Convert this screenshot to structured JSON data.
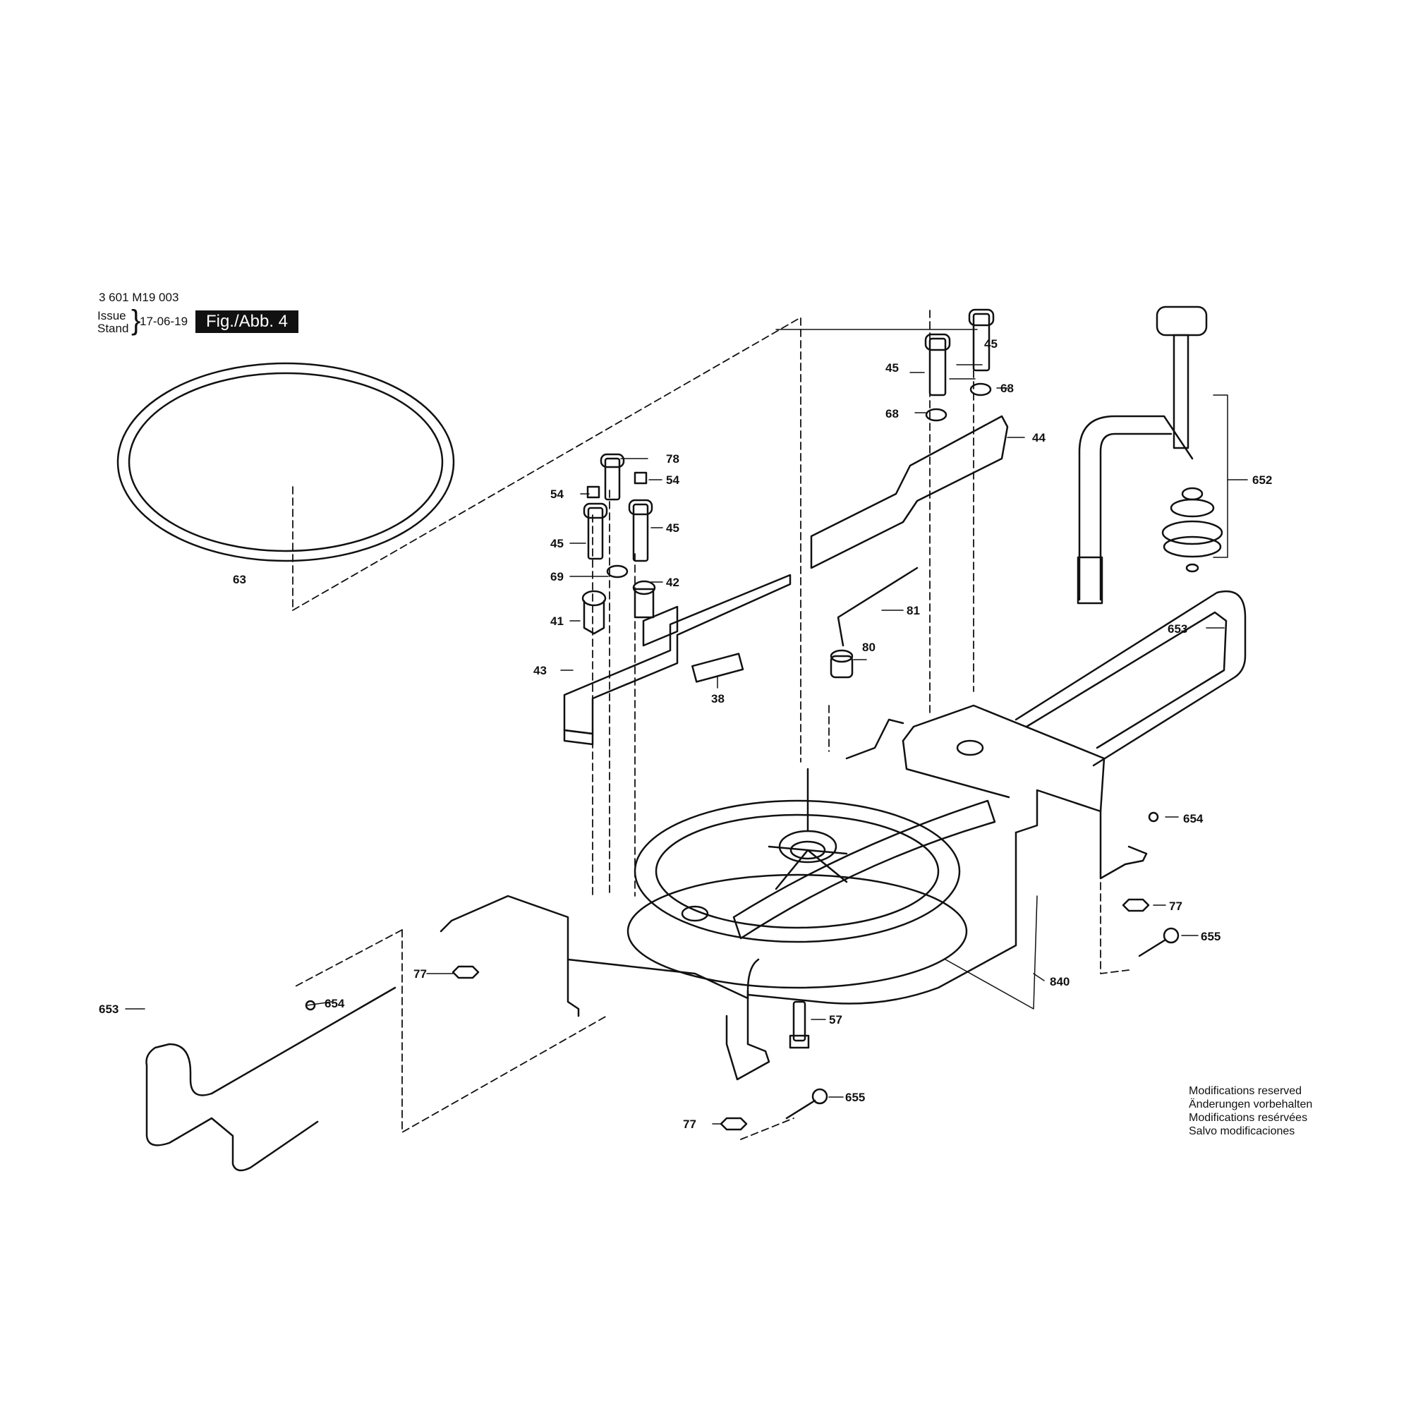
{
  "header": {
    "part_number": "3 601 M19 003",
    "issue_label": "Issue",
    "stand_label": "Stand",
    "date": "17-06-19",
    "figure_label": "Fig./Abb. 4"
  },
  "notes": [
    "Modifications reserved",
    "Änderungen vorbehalten",
    "Modifications resérvées",
    "Salvo modificaciones"
  ],
  "callouts": [
    "63",
    "78",
    "54",
    "54",
    "45",
    "45",
    "69",
    "42",
    "41",
    "43",
    "38",
    "45",
    "45",
    "68",
    "68",
    "44",
    "81",
    "80",
    "652",
    "653",
    "654",
    "77",
    "655",
    "840",
    "57",
    "77",
    "653",
    "654",
    "655",
    "77"
  ]
}
